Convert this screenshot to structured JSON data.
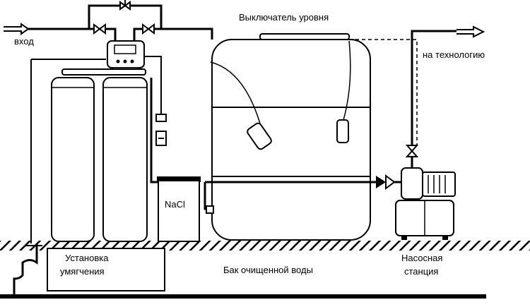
{
  "labels": {
    "inlet": "вход",
    "level_switch": "Выключатель уровня",
    "to_process": "на технологию",
    "salt": "NaCl",
    "softener_line1": "Установка",
    "softener_line2": "умягчения",
    "clean_tank": "Бак очищенной воды",
    "pump_line1": "Насосная",
    "pump_line2": "станция"
  },
  "colors": {
    "line": "#000000",
    "hatch": "#000000",
    "background": "#ffffff"
  },
  "icons": [
    "inlet-arrow-icon",
    "outlet-arrow-icon",
    "valve-icon",
    "check-valve-icon",
    "float-switch-icon",
    "pump-icon"
  ]
}
